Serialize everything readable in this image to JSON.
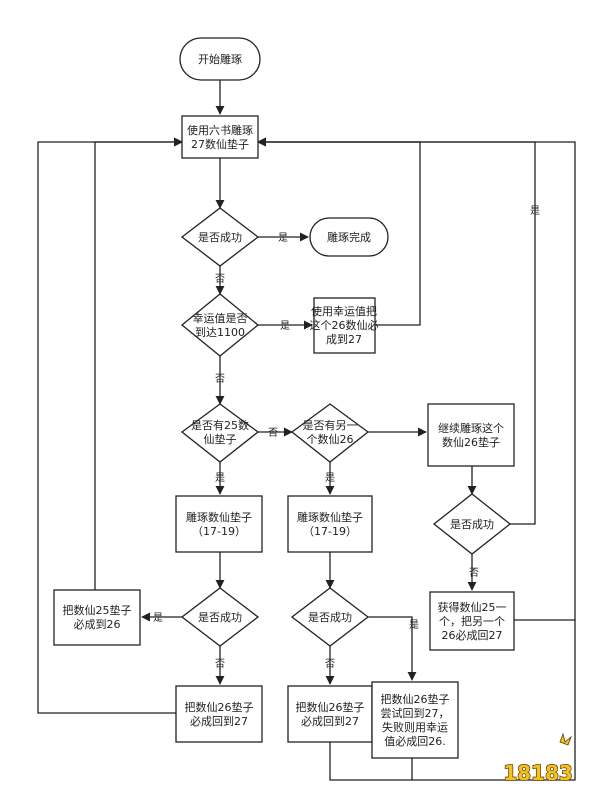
{
  "diagram": {
    "nodes": {
      "start": {
        "lines": [
          "开始雕琢"
        ]
      },
      "use_six_books": {
        "lines": [
          "使用六书雕琢",
          "27数仙垫子"
        ]
      },
      "success_1": {
        "lines": [
          "是否成功"
        ]
      },
      "done": {
        "lines": [
          "雕琢完成"
        ]
      },
      "luck_check": {
        "lines": [
          "幸运值是否",
          "到达1100"
        ]
      },
      "use_luck": {
        "lines": [
          "使用幸运值把",
          "这个26数仙必",
          "成到27"
        ]
      },
      "has_25": {
        "lines": [
          "是否有25数",
          "仙垫子"
        ]
      },
      "has_other_26": {
        "lines": [
          "是否有另一",
          "个数仙26"
        ]
      },
      "continue_26": {
        "lines": [
          "继续雕琢这个",
          "数仙26垫子"
        ]
      },
      "carve_a": {
        "lines": [
          "雕琢数仙垫子",
          "（17-19）"
        ]
      },
      "carve_b": {
        "lines": [
          "雕琢数仙垫子",
          "（17-19）"
        ]
      },
      "success_right": {
        "lines": [
          "是否成功"
        ]
      },
      "success_a": {
        "lines": [
          "是否成功"
        ]
      },
      "success_b": {
        "lines": [
          "是否成功"
        ]
      },
      "make_25_to_26": {
        "lines": [
          "把数仙25垫子",
          "必成到26"
        ]
      },
      "get_25": {
        "lines": [
          "获得数仙25一",
          "个，把另一个",
          "26必成回27"
        ]
      },
      "back_27_a": {
        "lines": [
          "把数仙26垫子",
          "必成回到27"
        ]
      },
      "back_27_b": {
        "lines": [
          "把数仙26垫子",
          "必成回到27"
        ]
      },
      "try_back_27": {
        "lines": [
          "把数仙26垫子",
          "尝试回到27，",
          "失败则用幸运",
          "值必成回26."
        ]
      }
    },
    "edge_labels": {
      "yes": "是",
      "no": "否"
    }
  },
  "watermark": {
    "text": "18183"
  }
}
